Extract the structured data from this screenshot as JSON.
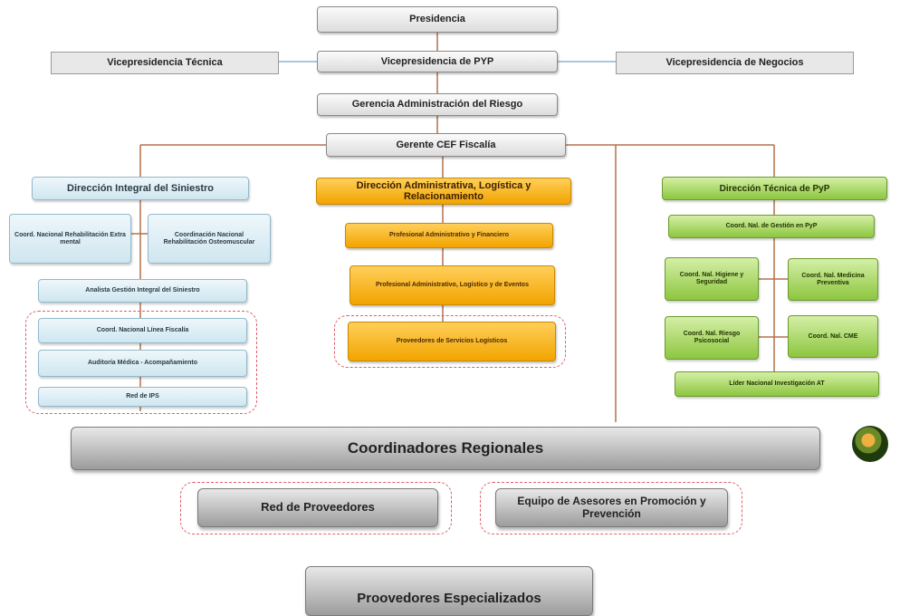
{
  "org_chart": {
    "presidencia": "Presidencia",
    "vp_tecnica": "Vicepresidencia Técnica",
    "vp_pyp": "Vicepresidencia de PYP",
    "vp_negocios": "Vicepresidencia de Negocios",
    "gerencia_riesgo": "Gerencia Administración del Riesgo",
    "gerente_cef": "Gerente CEF Fiscalía",
    "left": {
      "head": "Dirección Integral del Siniestro",
      "coord_rehab": "Coord. Nacional Rehabilitación Extra mental",
      "coord_osteo": "Coordinación Nacional Rehabilitación Osteomuscular",
      "analista": "Analista Gestión Integral del Siniestro",
      "linea_fiscalia": "Coord. Nacional Línea Fiscalía",
      "auditoria": "Auditoría Médica - Acompañamiento",
      "red_ips": "Red de IPS"
    },
    "middle": {
      "head": "Dirección Administrativa, Logística y Relacionamiento",
      "prof_admin": "Profesional Administrativo y Financiero",
      "prof_logistico": "Profesional Administrativo, Logístico y de Eventos",
      "proveedores_log": "Proveedores de Servicios Logísticos"
    },
    "right": {
      "head": "Dirección Técnica de PyP",
      "coord_gestion": "Coord. Nal. de Gestión en PyP",
      "higiene": "Coord. Nal. Higiene y Seguridad",
      "medicina": "Coord. Nal. Medicina Preventiva",
      "riesgo": "Coord. Nal. Riesgo Psicosocial",
      "cme": "Coord. Nal. CME",
      "lider": "Líder Nacional Investigación AT"
    },
    "coordinadores": "Coordinadores Regionales",
    "red_proveedores": "Red de Proveedores",
    "equipo_asesores": "Equipo de Asesores en Promoción y Prevención",
    "proveedores_especializados": "Proovedores Especializados"
  },
  "colors": {
    "connector": "#b5714a",
    "connector_blue": "#6fa8c8",
    "dashed": "#e0606a",
    "blue": "#cfe6f0",
    "orange": "#f5aa00",
    "green": "#8dc63f",
    "gray": "#dcdcdc"
  },
  "icons": {
    "badge": "coin-badge-icon"
  }
}
